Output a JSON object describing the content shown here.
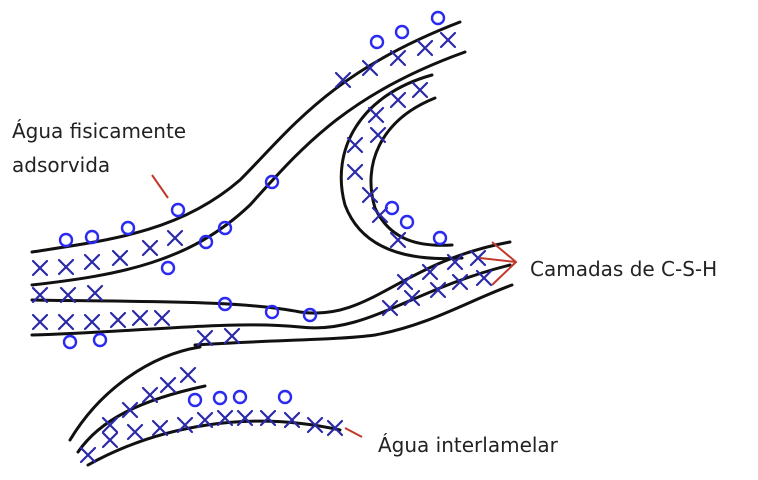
{
  "labels": {
    "adsorbed_water_line1": "Água fisicamente",
    "adsorbed_water_line2": "adsorvida",
    "csh_layers": "Camadas de C-S-H",
    "interlayer_water": "Água interlamelar"
  },
  "colors": {
    "layer_lines": "#111111",
    "x_markers": "#2a2aa8",
    "o_markers": "#2a2af0",
    "pointers": "#c0392b",
    "text": "#222222"
  },
  "legend_symbols": {
    "interlayer_water_marker": "x",
    "adsorbed_water_marker": "o"
  }
}
